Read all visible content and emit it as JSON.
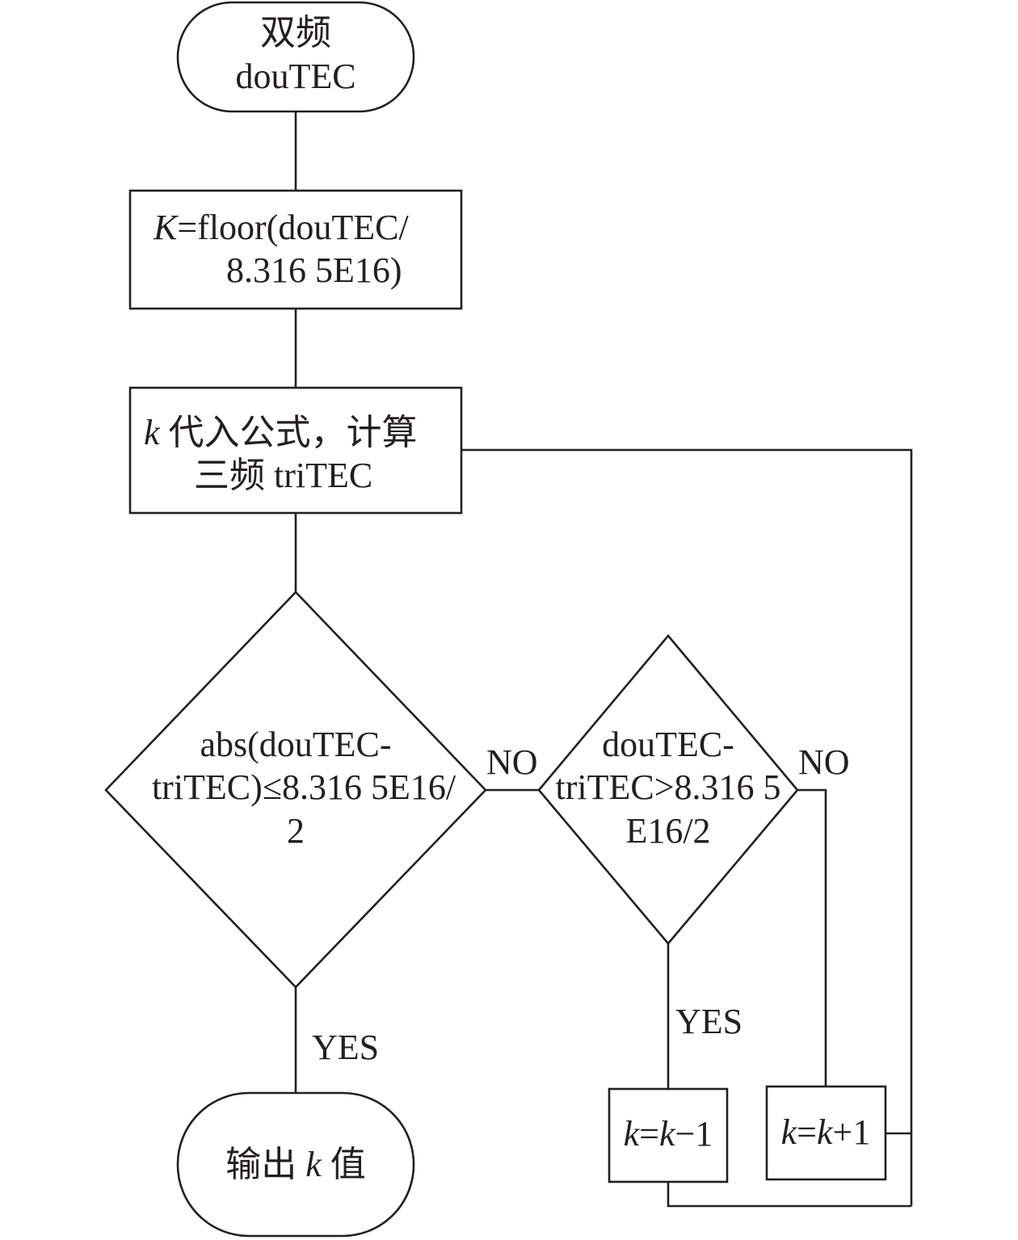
{
  "nodes": {
    "start": {
      "line1": "双频",
      "line2": "douTEC"
    },
    "floor_box": {
      "k_var": "K",
      "line1_rest": "=floor(douTEC/",
      "line2": "8.316 5E16)"
    },
    "compute_box": {
      "k_var": "k",
      "line1_rest": " 代入公式，计算",
      "line2": "三频 triTEC"
    },
    "decision_abs": {
      "line1": "abs(douTEC-",
      "line2": "triTEC)≤8.316 5E16/",
      "line3": "2"
    },
    "decision_diff": {
      "line1": "douTEC-",
      "line2": "triTEC>8.316 5",
      "line3": "E16/2"
    },
    "decrement_box": {
      "k1": "k",
      "eq": "=",
      "k2": "k",
      "rest": "−1"
    },
    "increment_box": {
      "k1": "k",
      "eq": "=",
      "k2": "k",
      "rest": "+1"
    },
    "end": {
      "prefix": "输出 ",
      "k_var": "k",
      "suffix": " 值"
    }
  },
  "edge_labels": {
    "abs_no": "NO",
    "diff_no": "NO",
    "diff_yes": "YES",
    "abs_yes": "YES"
  },
  "colors": {
    "stroke": "#231f20",
    "background": "#ffffff"
  }
}
